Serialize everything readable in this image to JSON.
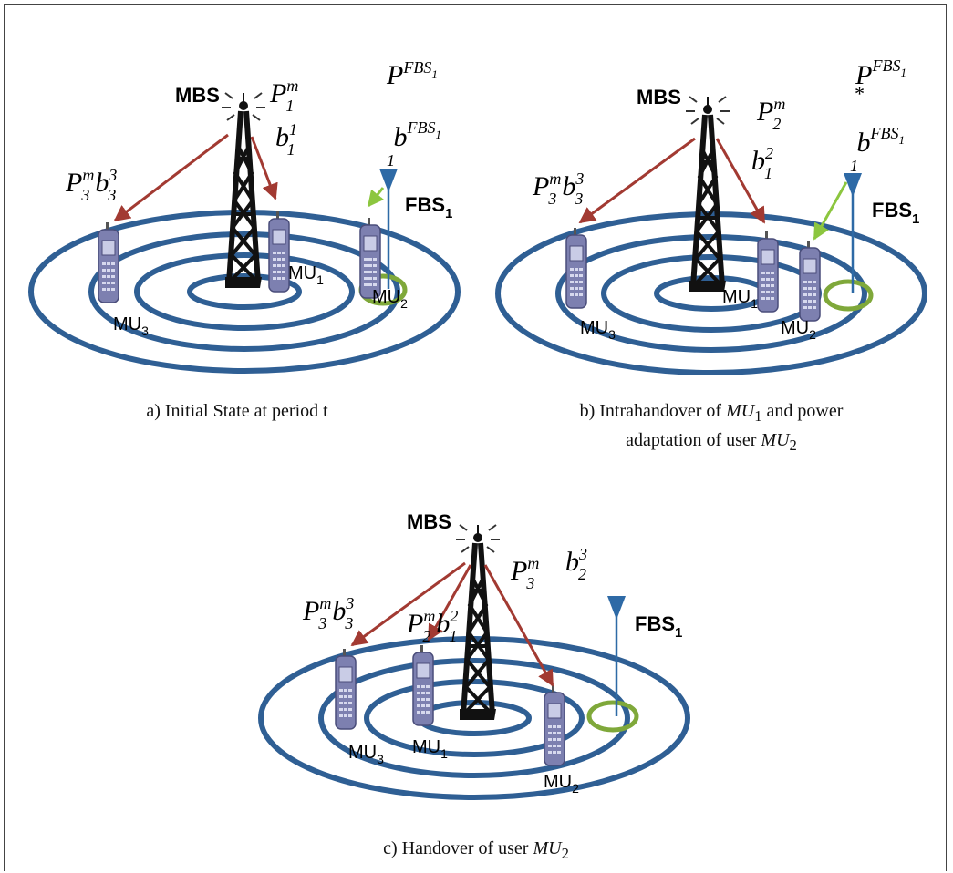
{
  "colors": {
    "ring": "#2f5f94",
    "tower": "#111111",
    "link_mbs": "#a23a32",
    "link_fbs": "#8cc63f",
    "fbs_antenna": "#2e6aa6",
    "fbs_ring": "#7fa83a",
    "phone_body": "#7d80b0"
  },
  "labels": {
    "mbs": "MBS",
    "fbs_base": "FBS",
    "fbs_sub": "1",
    "mu_base": "MU",
    "p": "P",
    "b": "b",
    "sup_m": "m",
    "sup_fbs": "FBS",
    "sub_1": "1",
    "sub_2": "2",
    "sub_3": "3",
    "star": "*"
  },
  "panels": {
    "a": {
      "caption": "a) Initial State at period t"
    },
    "b": {
      "caption_line1_prefix": "b) Intrahandover of ",
      "caption_line1_suffix": " and power",
      "caption_line2_prefix": "adaptation of user ",
      "caption_mu1": "MU",
      "caption_mu1_sub": "1",
      "caption_mu2": "MU",
      "caption_mu2_sub": "2"
    },
    "c": {
      "caption_prefix": "c) Handover of user ",
      "caption_mu": "MU",
      "caption_mu_sub": "2"
    }
  }
}
